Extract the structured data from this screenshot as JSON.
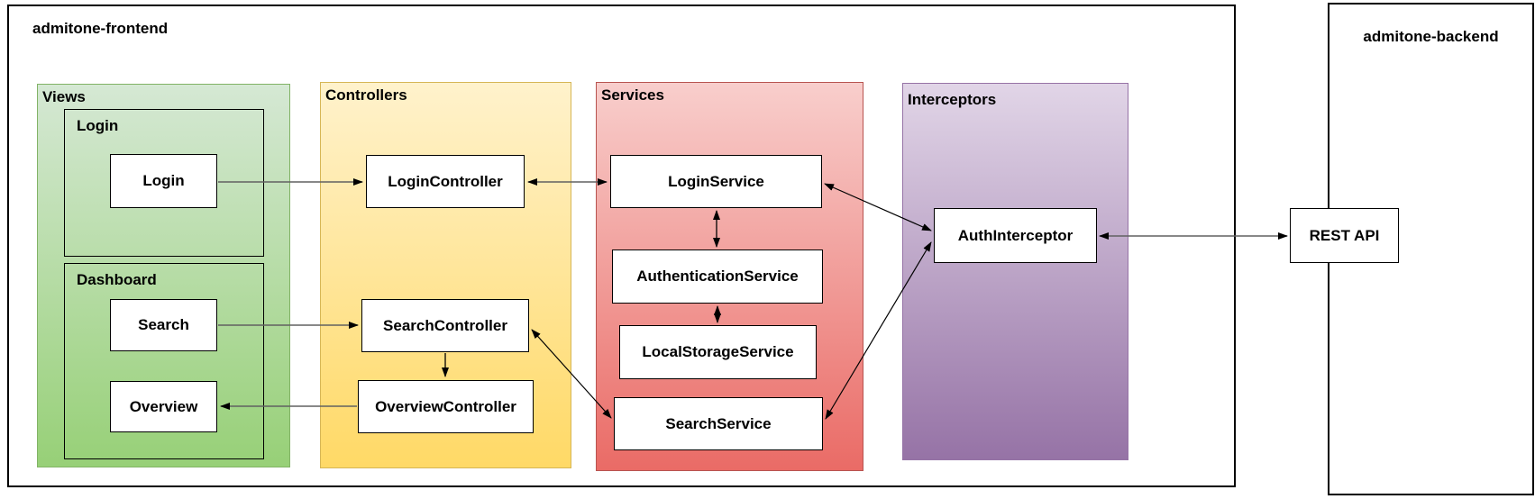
{
  "diagram": {
    "frontend": {
      "label": "admitone-frontend"
    },
    "backend": {
      "label": "admitone-backend"
    },
    "groups": {
      "views": {
        "label": "Views"
      },
      "controllers": {
        "label": "Controllers"
      },
      "services": {
        "label": "Services"
      },
      "interceptors": {
        "label": "Interceptors"
      }
    },
    "frames": {
      "login": {
        "label": "Login"
      },
      "dashboard": {
        "label": "Dashboard"
      }
    },
    "nodes": {
      "login_view": {
        "label": "Login"
      },
      "search_view": {
        "label": "Search"
      },
      "overview_view": {
        "label": "Overview"
      },
      "login_controller": {
        "label": "LoginController"
      },
      "search_controller": {
        "label": "SearchController"
      },
      "overview_controller": {
        "label": "OverviewController"
      },
      "login_service": {
        "label": "LoginService"
      },
      "authentication_service": {
        "label": "AuthenticationService"
      },
      "local_storage_service": {
        "label": "LocalStorageService"
      },
      "search_service": {
        "label": "SearchService"
      },
      "auth_interceptor": {
        "label": "AuthInterceptor"
      },
      "rest_api": {
        "label": "REST API"
      }
    },
    "edges": [
      {
        "from": "Login",
        "to": "LoginController",
        "bidirectional": false
      },
      {
        "from": "Search",
        "to": "SearchController",
        "bidirectional": false
      },
      {
        "from": "OverviewController",
        "to": "Overview",
        "bidirectional": false
      },
      {
        "from": "SearchController",
        "to": "OverviewController",
        "bidirectional": false
      },
      {
        "from": "LoginController",
        "to": "LoginService",
        "bidirectional": true
      },
      {
        "from": "SearchController",
        "to": "SearchService",
        "bidirectional": true
      },
      {
        "from": "LoginService",
        "to": "AuthenticationService",
        "bidirectional": true
      },
      {
        "from": "AuthenticationService",
        "to": "LocalStorageService",
        "bidirectional": true
      },
      {
        "from": "LoginService",
        "to": "AuthInterceptor",
        "bidirectional": true
      },
      {
        "from": "SearchService",
        "to": "AuthInterceptor",
        "bidirectional": true
      },
      {
        "from": "AuthInterceptor",
        "to": "REST API",
        "bidirectional": true
      }
    ],
    "colors": {
      "views_fill_top": "#d5e8d4",
      "views_fill_bottom": "#97d077",
      "views_border": "#82b366",
      "controllers_fill_top": "#fff2cc",
      "controllers_fill_bottom": "#ffd966",
      "controllers_border": "#d6b656",
      "services_fill_top": "#f8cecc",
      "services_fill_bottom": "#ea6b66",
      "services_border": "#b85450",
      "interceptors_fill_top": "#e1d5e7",
      "interceptors_fill_bottom": "#9673a6",
      "interceptors_border": "#9673a6",
      "node_fill": "#ffffff",
      "node_border": "#000000",
      "connector_black": "#000000",
      "connector_gray": "#616161"
    }
  }
}
